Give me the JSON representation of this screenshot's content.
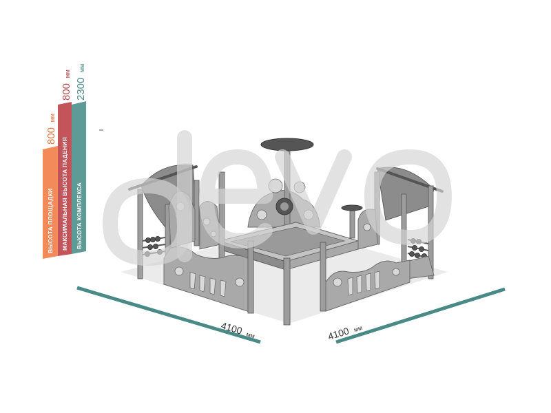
{
  "brand": {
    "watermark_text": "devo",
    "watermark_color": "#cfcfcf"
  },
  "colors": {
    "platform_bar": "#f38a5a",
    "fall_bar": "#c2545a",
    "total_bar": "#5e9a96",
    "dimension_line": "#4a8a86"
  },
  "height_bars": [
    {
      "label": "ВЫСОТА ПЛОЩАДКИ",
      "value": "800",
      "unit": "мм",
      "color": "#f38a5a",
      "value_color": "#e9773e"
    },
    {
      "label": "МАКСИМАЛЬНАЯ ВЫСОТА ПАДЕНИЯ",
      "value": "800",
      "unit": "мм",
      "color": "#c2545a",
      "value_color": "#b84a4f"
    },
    {
      "label": "ВЫСОТА КОМПЛЕКСА",
      "value": "2300",
      "unit": "мм",
      "color": "#5e9a96",
      "value_color": "#4a8a86"
    }
  ],
  "dimensions": {
    "length": {
      "value": "4100",
      "unit": "мм"
    },
    "width": {
      "value": "4100",
      "unit": "мм"
    }
  }
}
